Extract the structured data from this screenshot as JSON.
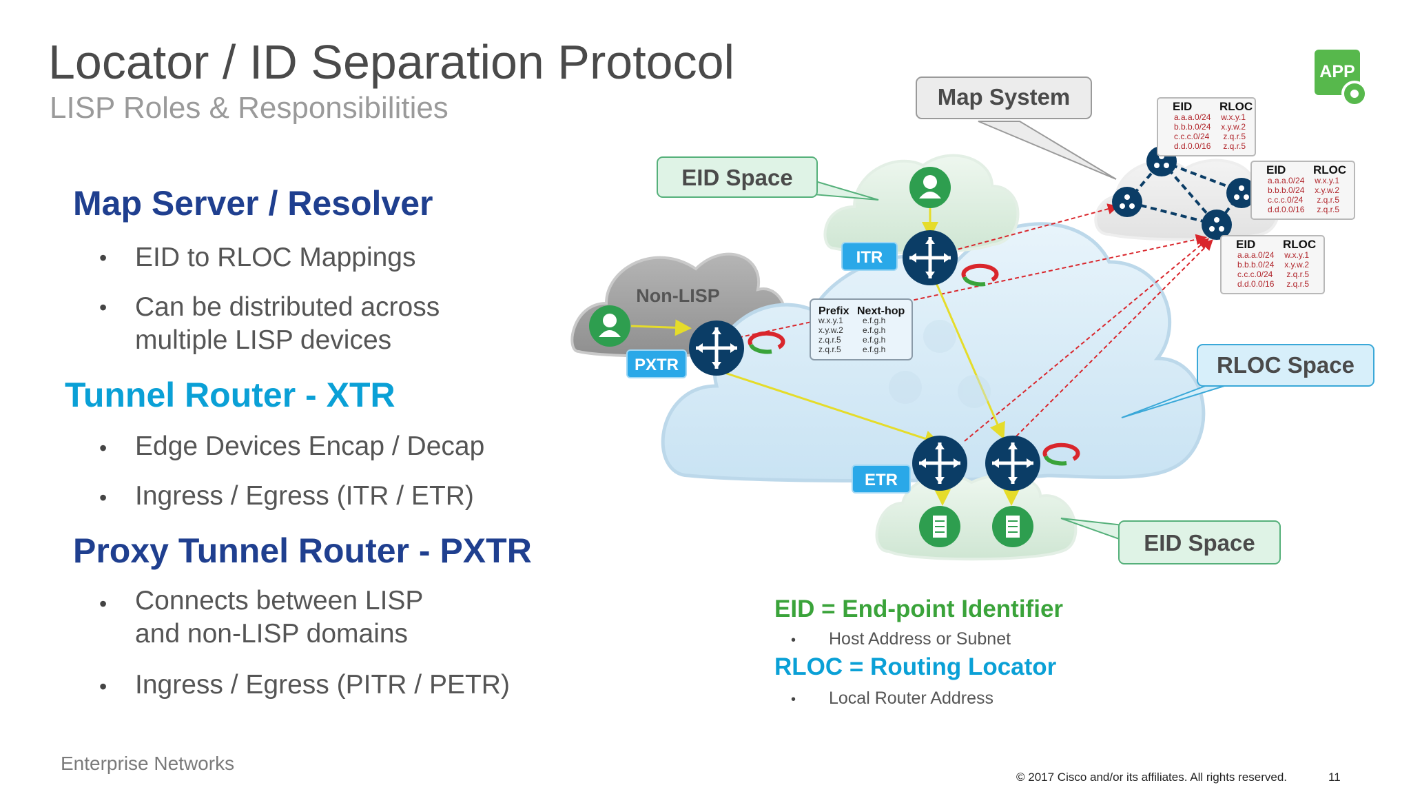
{
  "title": "Locator / ID Separation Protocol",
  "subtitle": "LISP Roles & Responsibilities",
  "left": {
    "section1": {
      "heading": "Map Server / Resolver",
      "bullets": [
        "EID to RLOC Mappings",
        "Can be distributed across",
        "multiple  LISP devices"
      ]
    },
    "section2": {
      "heading": "Tunnel Router - XTR",
      "bullets": [
        "Edge  Devices Encap / Decap",
        "Ingress / Egress (ITR / ETR)"
      ]
    },
    "section3": {
      "heading": "Proxy Tunnel Router - PXTR",
      "bullets": [
        "Connects between  LISP",
        "and non-LISP  domains",
        "Ingress / Egress (PITR / PETR)"
      ]
    }
  },
  "diagram": {
    "map_system": "Map System",
    "eid_space_top": "EID Space",
    "eid_space_bottom": "EID Space",
    "rloc_space": "RLOC Space",
    "non_lisp": "Non-LISP",
    "itr": "ITR",
    "etr": "ETR",
    "pxtr": "PXTR",
    "app_badge": "APP",
    "map_tables": [
      {
        "head": [
          "EID",
          "RLOC"
        ],
        "rows": [
          [
            "a.a.a.0/24",
            "w.x.y.1"
          ],
          [
            "b.b.b.0/24",
            "x.y.w.2"
          ],
          [
            "c.c.c.0/24",
            "z.q.r.5"
          ],
          [
            "d.d.0.0/16",
            "z.q.r.5"
          ]
        ]
      },
      {
        "head": [
          "EID",
          "RLOC"
        ],
        "rows": [
          [
            "a.a.a.0/24",
            "w.x.y.1"
          ],
          [
            "b.b.b.0/24",
            "x.y.w.2"
          ],
          [
            "c.c.c.0/24",
            "z.q.r.5"
          ],
          [
            "d.d.0.0/16",
            "z.q.r.5"
          ]
        ]
      },
      {
        "head": [
          "EID",
          "RLOC"
        ],
        "rows": [
          [
            "a.a.a.0/24",
            "w.x.y.1"
          ],
          [
            "b.b.b.0/24",
            "x.y.w.2"
          ],
          [
            "c.c.c.0/24",
            "z.q.r.5"
          ],
          [
            "d.d.0.0/16",
            "z.q.r.5"
          ]
        ]
      }
    ],
    "prefix_table": {
      "head": [
        "Prefix",
        "Next-hop"
      ],
      "rows": [
        [
          "w.x.y.1",
          "e.f.g.h"
        ],
        [
          "x.y.w.2",
          "e.f.g.h"
        ],
        [
          "z.q.r.5",
          "e.f.g.h"
        ],
        [
          "z.q.r.5",
          "e.f.g.h"
        ]
      ]
    }
  },
  "legend": {
    "eid_def": "EID = End-point  Identifier",
    "eid_sub": "Host Address or Subnet",
    "rloc_def": "RLOC = Routing Locator",
    "rloc_sub": "Local Router Address"
  },
  "footer": {
    "brand": "Enterprise Networks",
    "copyright": "© 2017  Cisco and/or its affiliates. All rights reserved.",
    "page": "11"
  },
  "colors": {
    "router_blue": "#0b3d66",
    "eid_green": "#2e9e4f",
    "callout_green_fill": "#dff3e6",
    "callout_blue_fill": "#d7effa",
    "heading_dark": "#1f3f8f",
    "heading_cyan": "#0aa0d6"
  }
}
